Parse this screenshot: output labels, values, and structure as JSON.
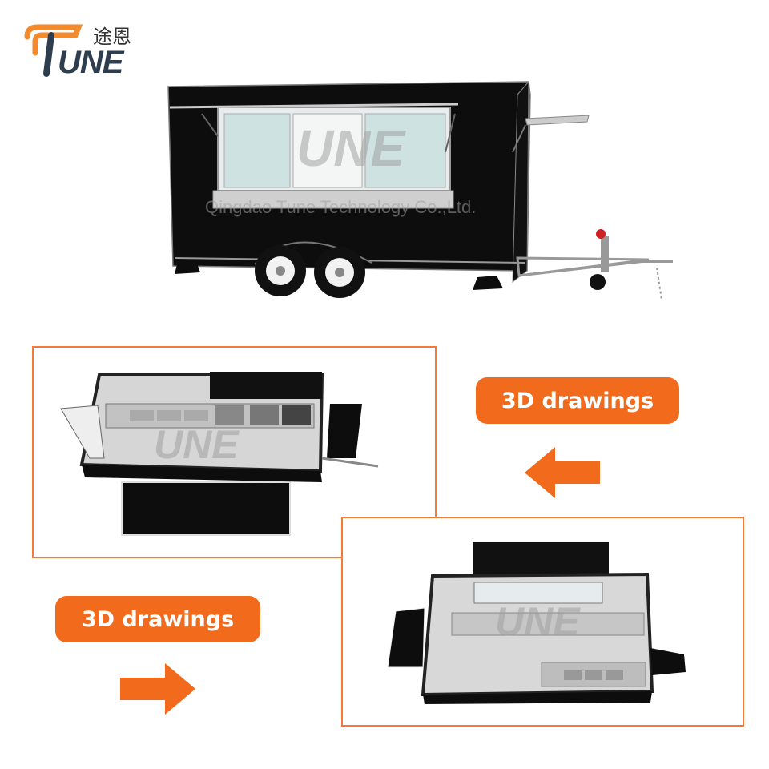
{
  "brand": {
    "name_cn": "途恩",
    "name_en": "UNE",
    "watermark_company": "Qingdao Tune Technology Co.,Ltd."
  },
  "labels": {
    "drawings_top": "3D drawings",
    "drawings_bottom": "3D drawings"
  },
  "colors": {
    "accent": "#f26a1b",
    "frame": "#f47a3a",
    "logo_orange": "#f28a2e",
    "logo_dark": "#2e3e4e",
    "trailer_body": "#0d0d0d"
  },
  "icons": {
    "arrow_left": "arrow-left-icon",
    "arrow_right": "arrow-right-icon",
    "logo": "tune-logo-icon"
  }
}
